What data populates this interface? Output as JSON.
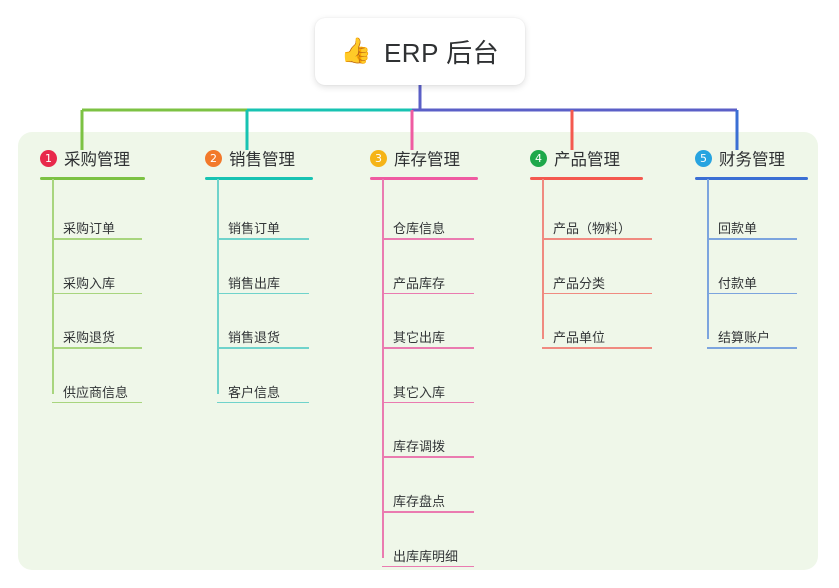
{
  "diagram": {
    "type": "mind-map",
    "title_text": "ERP 后台",
    "root": {
      "emoji": "👍",
      "emoji_name": "thumbs-up-icon",
      "label": "ERP 后台"
    },
    "trunk_color": "#5b5fc7",
    "panel_color": "#eff7e9",
    "page_background": "#ffffff",
    "branches": [
      {
        "index": "1",
        "label": "采购管理",
        "color": "#7cc243",
        "leaf_color": "#a8d57e",
        "badge_color": "#e8294b",
        "items": [
          "采购订单",
          "采购入库",
          "采购退货",
          "供应商信息"
        ]
      },
      {
        "index": "2",
        "label": "销售管理",
        "color": "#17c3b2",
        "leaf_color": "#6fd3cb",
        "badge_color": "#f2792a",
        "items": [
          "销售订单",
          "销售出库",
          "销售退货",
          "客户信息"
        ]
      },
      {
        "index": "3",
        "label": "库存管理",
        "color": "#ef5ba1",
        "leaf_color": "#ea7bb0",
        "badge_color": "#f5b417",
        "items": [
          "仓库信息",
          "产品库存",
          "其它出库",
          "其它入库",
          "库存调拨",
          "库存盘点",
          "出库库明细"
        ]
      },
      {
        "index": "4",
        "label": "产品管理",
        "color": "#f4594f",
        "leaf_color": "#f08a80",
        "badge_color": "#1ea84a",
        "items": [
          "产品（物料）",
          "产品分类",
          "产品单位"
        ]
      },
      {
        "index": "5",
        "label": "财务管理",
        "color": "#3b6fd4",
        "leaf_color": "#7ca4de",
        "badge_color": "#27a4e0",
        "items": [
          "回款单",
          "付款单",
          "结算账户"
        ]
      }
    ]
  }
}
